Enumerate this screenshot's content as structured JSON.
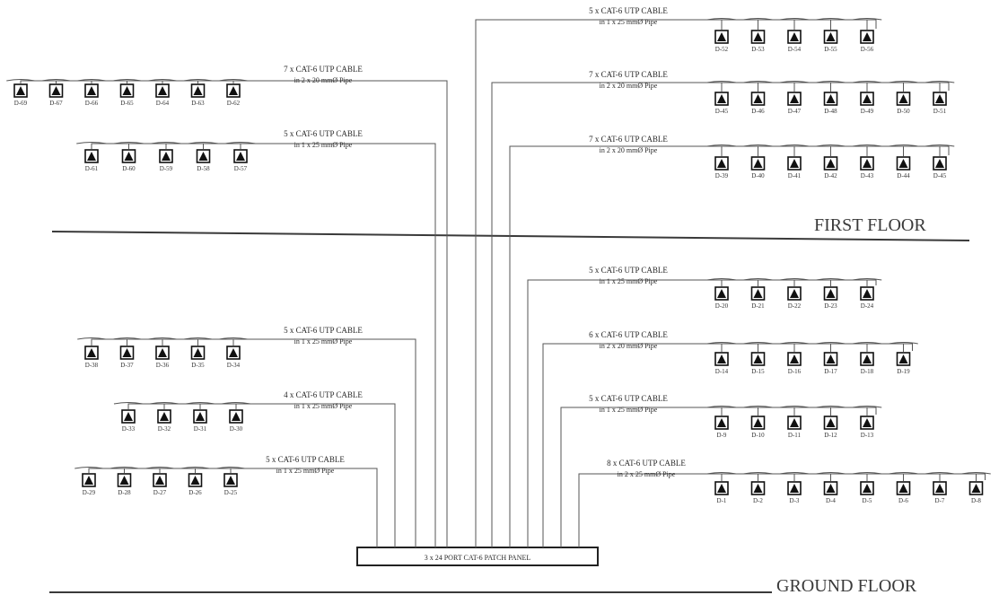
{
  "floors": {
    "first": "FIRST FLOOR",
    "ground": "GROUND FLOOR"
  },
  "panel": {
    "label": "3 x 24 PORT CAT-6 PATCH PANEL"
  },
  "groups": [
    {
      "cable": "7 x CAT-6 UTP CABLE",
      "pipe": "in 2 x 20 mmØ Pipe",
      "outlets": [
        "D-69",
        "D-67",
        "D-66",
        "D-65",
        "D-64",
        "D-63",
        "D-62"
      ]
    },
    {
      "cable": "5 x CAT-6 UTP CABLE",
      "pipe": "in 1 x 25 mmØ Pipe",
      "outlets": [
        "D-61",
        "D-60",
        "D-59",
        "D-58",
        "D-57"
      ]
    },
    {
      "cable": "5 x CAT-6 UTP CABLE",
      "pipe": "in 1 x 25 mmØ Pipe",
      "outlets": [
        "D-52",
        "D-53",
        "D-54",
        "D-55",
        "D-56"
      ]
    },
    {
      "cable": "7 x CAT-6 UTP CABLE",
      "pipe": "in 2 x 20 mmØ Pipe",
      "outlets": [
        "D-45",
        "D-46",
        "D-47",
        "D-48",
        "D-49",
        "D-50",
        "D-51"
      ]
    },
    {
      "cable": "7 x CAT-6 UTP CABLE",
      "pipe": "in 2 x 20 mmØ Pipe",
      "outlets": [
        "D-39",
        "D-40",
        "D-41",
        "D-42",
        "D-43",
        "D-44",
        "D-45"
      ]
    },
    {
      "cable": "5 x CAT-6 UTP CABLE",
      "pipe": "in 1 x 25 mmØ Pipe",
      "outlets": [
        "D-38",
        "D-37",
        "D-36",
        "D-35",
        "D-34"
      ]
    },
    {
      "cable": "4 x CAT-6 UTP CABLE",
      "pipe": "in 1 x 25 mmØ Pipe",
      "outlets": [
        "D-33",
        "D-32",
        "D-31",
        "D-30"
      ]
    },
    {
      "cable": "5 x CAT-6 UTP CABLE",
      "pipe": "in 1 x 25 mmØ Pipe",
      "outlets": [
        "D-29",
        "D-28",
        "D-27",
        "D-26",
        "D-25"
      ]
    },
    {
      "cable": "5 x CAT-6 UTP CABLE",
      "pipe": "in 1 x 25 mmØ Pipe",
      "outlets": [
        "D-20",
        "D-21",
        "D-22",
        "D-23",
        "D-24"
      ]
    },
    {
      "cable": "6 x CAT-6 UTP CABLE",
      "pipe": "in 2 x 20 mmØ Pipe",
      "outlets": [
        "D-14",
        "D-15",
        "D-16",
        "D-17",
        "D-18",
        "D-19"
      ]
    },
    {
      "cable": "5 x CAT-6 UTP CABLE",
      "pipe": "in 1 x 25 mmØ Pipe",
      "outlets": [
        "D-9",
        "D-10",
        "D-11",
        "D-12",
        "D-13"
      ]
    },
    {
      "cable": "8 x CAT-6 UTP CABLE",
      "pipe": "in 2 x 25 mmØ Pipe",
      "outlets": [
        "D-1",
        "D-2",
        "D-3",
        "D-4",
        "D-5",
        "D-6",
        "D-7",
        "D-8"
      ]
    }
  ]
}
